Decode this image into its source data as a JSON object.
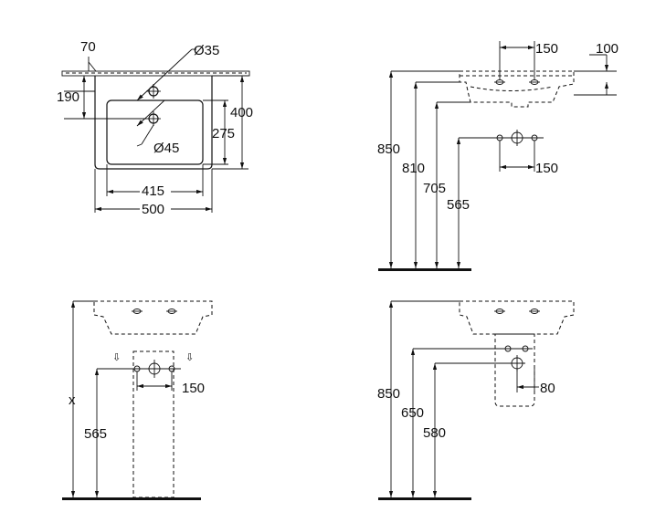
{
  "views": {
    "top": {
      "dims": {
        "tap_offset": "70",
        "tap_hole": "Ø35",
        "tap_depth": "190",
        "depth_total": "400",
        "basin_depth": "275",
        "waste_hole": "Ø45",
        "basin_width": "415",
        "overall_width": "500"
      }
    },
    "side": {
      "dims": {
        "hole_spacing_top": "150",
        "rim_height": "100",
        "height_850": "850",
        "height_810": "810",
        "height_705": "705",
        "height_565": "565",
        "hole_spacing_wall": "150"
      }
    },
    "front_pedestal": {
      "dims": {
        "x_label": "x",
        "height_565": "565",
        "hole_spacing": "150"
      }
    },
    "front_halfpedestal": {
      "dims": {
        "height_850": "850",
        "height_650": "650",
        "height_580": "580",
        "offset_80": "80"
      }
    }
  }
}
